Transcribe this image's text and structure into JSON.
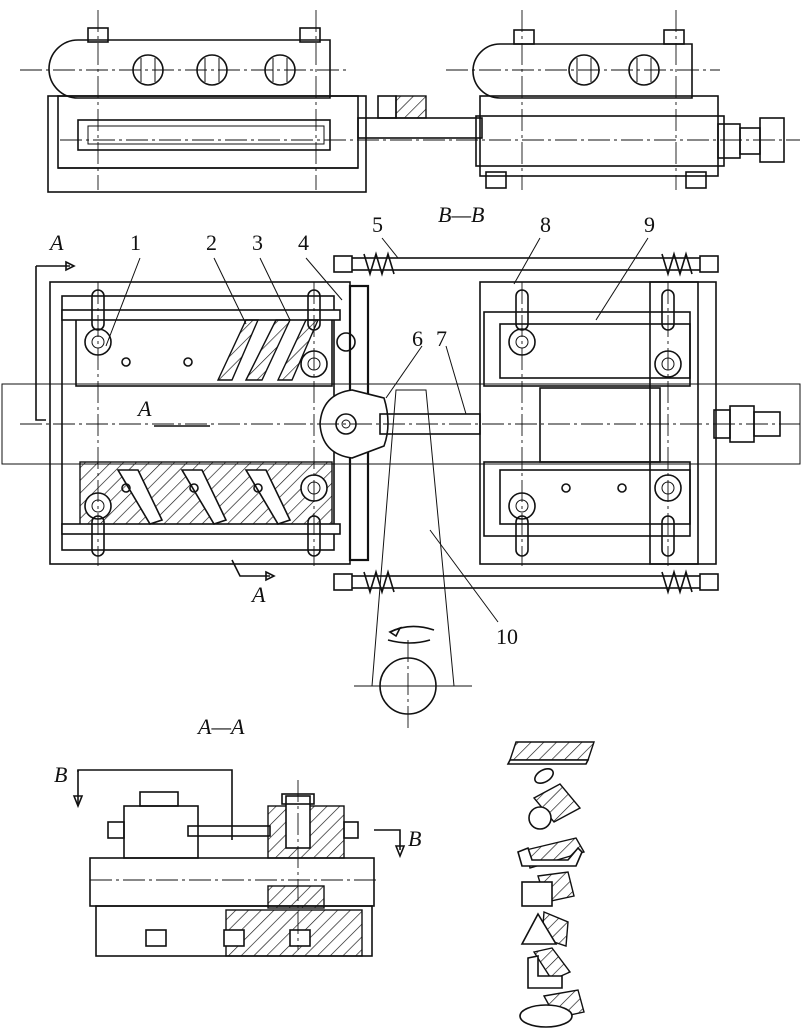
{
  "section_labels": {
    "bb": "B—B",
    "aa": "A—A",
    "a_top": "A",
    "a_mid": "A",
    "a_bottom": "A",
    "b_left": "B",
    "b_right": "B"
  },
  "part_labels": [
    "1",
    "2",
    "3",
    "4",
    "5",
    "6",
    "7",
    "8",
    "9",
    "10"
  ],
  "profile_shapes": [
    "flat-bar",
    "round-bar",
    "rounded-bar",
    "channel",
    "rectangular-bar",
    "triangle-bar",
    "angle-bar",
    "oval-bar"
  ]
}
